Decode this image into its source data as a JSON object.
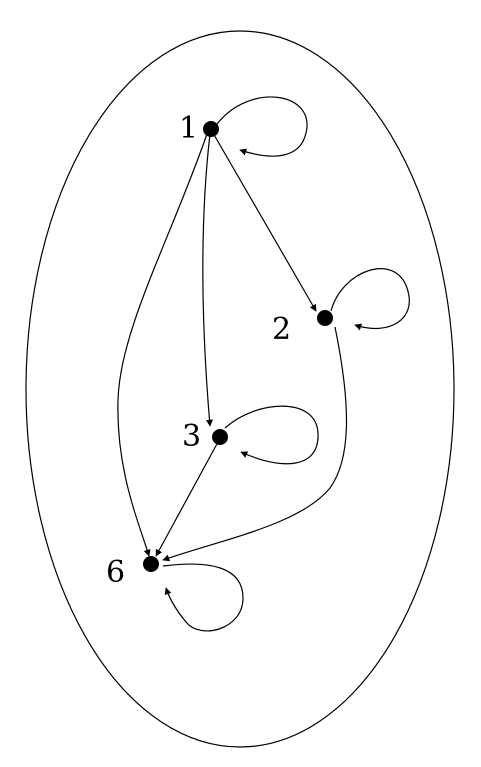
{
  "diagram": {
    "nodes": [
      {
        "id": "1",
        "label": "1"
      },
      {
        "id": "2",
        "label": "2"
      },
      {
        "id": "3",
        "label": "3"
      },
      {
        "id": "6",
        "label": "6"
      }
    ],
    "edges": [
      {
        "from": "1",
        "to": "1"
      },
      {
        "from": "1",
        "to": "2"
      },
      {
        "from": "1",
        "to": "3"
      },
      {
        "from": "1",
        "to": "6"
      },
      {
        "from": "2",
        "to": "2"
      },
      {
        "from": "2",
        "to": "6"
      },
      {
        "from": "3",
        "to": "3"
      },
      {
        "from": "3",
        "to": "6"
      },
      {
        "from": "6",
        "to": "6"
      }
    ]
  },
  "colors": {
    "stroke": "#000000",
    "background": "#ffffff"
  }
}
